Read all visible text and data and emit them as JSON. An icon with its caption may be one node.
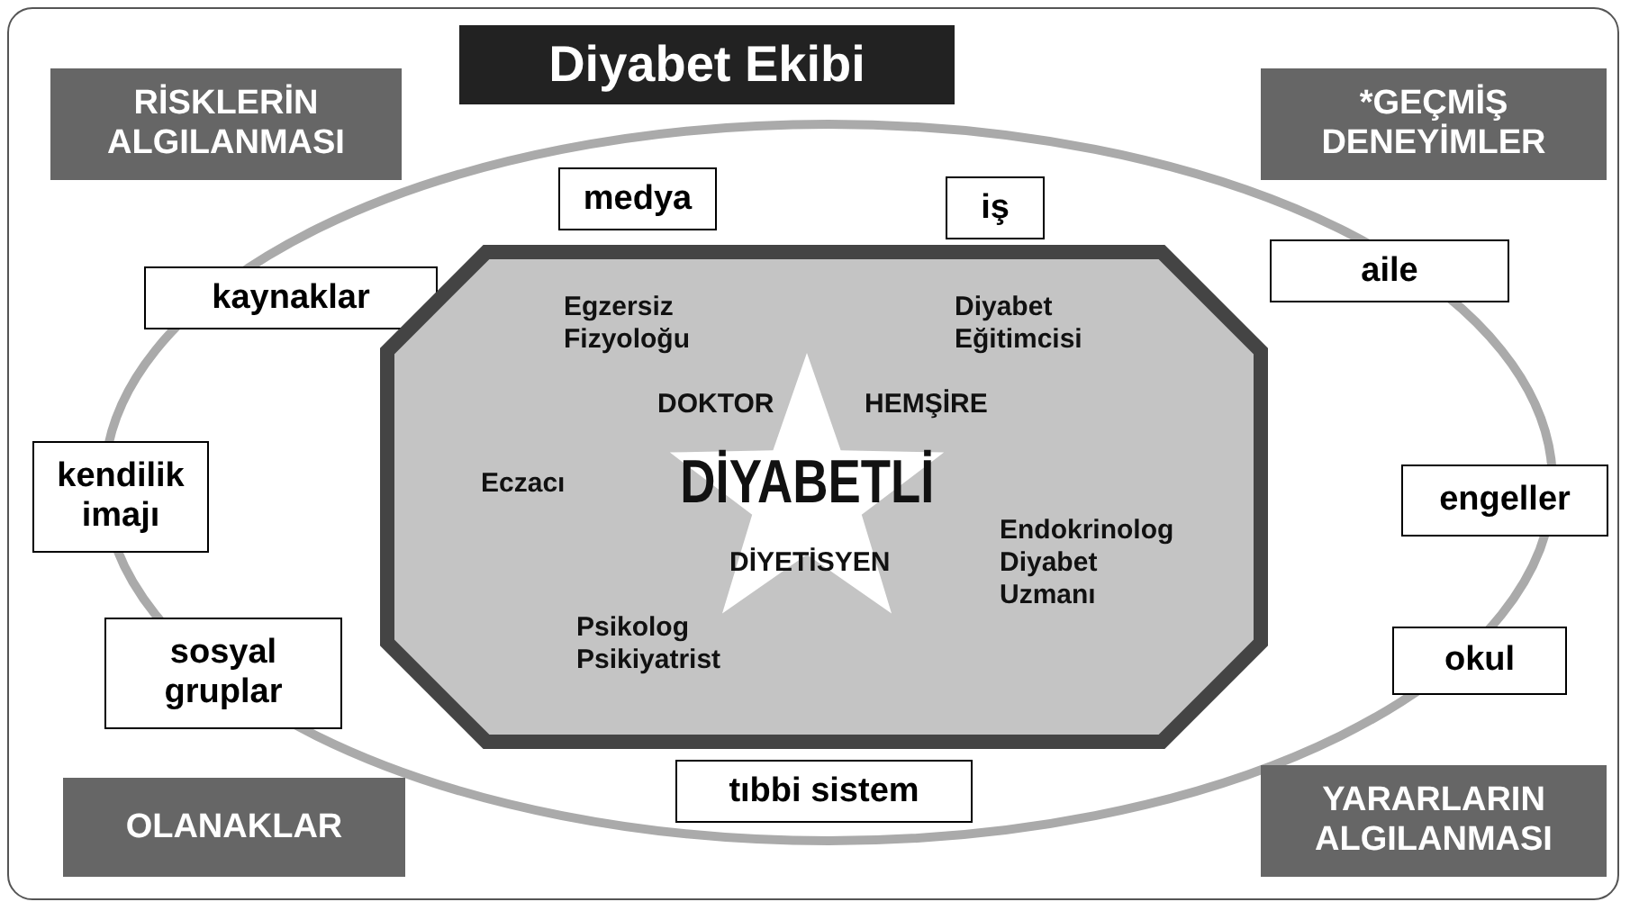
{
  "diagram": {
    "nodes": [
      {
        "text": [
          "RİSKLERİN ALGILANMASI"
        ]
      },
      {
        "text": [
          "Diyabet Ekibi"
        ]
      },
      {
        "text": [
          "*GEÇMİŞ DENEYİMLER"
        ]
      },
      {
        "text": [],
        "shape": "ellipse"
      },
      {
        "text": [
          "medya"
        ],
        "in": 3
      },
      {
        "text": [
          "iş"
        ],
        "in": 3
      },
      {
        "text": [
          "kaynaklar"
        ],
        "in": 3
      },
      {
        "text": [
          "aile"
        ],
        "in": 3
      },
      {
        "text": [
          "Egzersiz Fizyoloğu",
          "Diyabet Eğitimcisi",
          "DOKTOR",
          "HEMŞİRE",
          "Eczacı",
          "DİYETİSYEN",
          "Endokrinolog Diyabet Uzmanı",
          "Psikolog Psikiyatrist"
        ],
        "in": 3
      },
      {
        "text": [
          "DİYABETLİ"
        ],
        "in": 8
      },
      {
        "text": [
          "kendilik imajı"
        ]
      },
      {
        "text": [
          "engeller"
        ]
      },
      {
        "text": [
          "sosyal gruplar"
        ],
        "in": 3
      },
      {
        "text": [
          "okul"
        ]
      },
      {
        "text": [
          "tıbbi sistem"
        ],
        "in": 3
      },
      {
        "text": [
          "OLANAKLAR"
        ]
      },
      {
        "text": [
          "YARARLARIN ALGILANMASI"
        ]
      }
    ]
  }
}
